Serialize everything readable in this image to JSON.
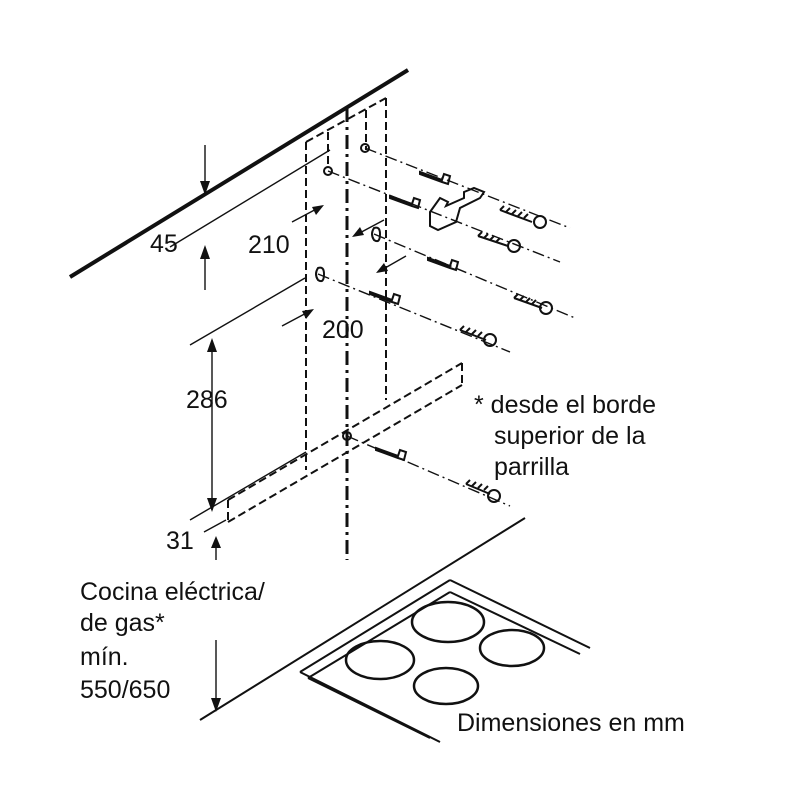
{
  "diagram": {
    "dimensions": {
      "d45": "45",
      "d210": "210",
      "d200": "200",
      "d286": "286",
      "d31": "31"
    },
    "note": {
      "line1": "* desde el borde",
      "line2": "superior de la",
      "line3": "parrilla"
    },
    "cooktop": {
      "line1": "Cocina eléctrica/",
      "line2": "de gas*",
      "line3": "mín.",
      "line4": "550/650"
    },
    "units_caption": "Dimensiones en mm"
  }
}
